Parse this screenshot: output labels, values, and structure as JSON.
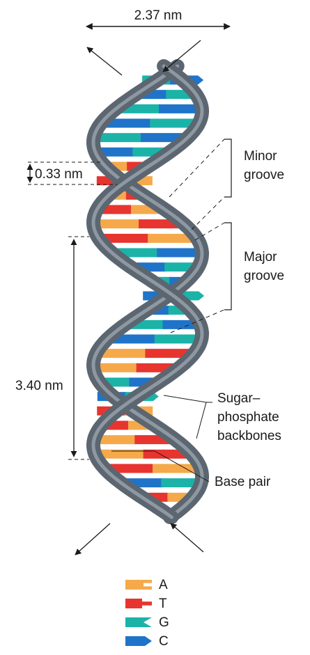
{
  "dimensions": {
    "width": "2.37 nm",
    "base_spacing": "0.33 nm",
    "turn_length": "3.40 nm"
  },
  "labels": {
    "minor_groove": [
      "Minor",
      "groove"
    ],
    "major_groove": [
      "Major",
      "groove"
    ],
    "backbones": [
      "Sugar–",
      "phosphate",
      "backbones"
    ],
    "base_pair": "Base pair"
  },
  "legend": [
    {
      "name": "A",
      "color": "#F5A94A",
      "shape": "notch"
    },
    {
      "name": "T",
      "color": "#E8342F",
      "shape": "tab"
    },
    {
      "name": "G",
      "color": "#1BB3A8",
      "shape": "chevron-in"
    },
    {
      "name": "C",
      "color": "#1F74C9",
      "shape": "arrow"
    }
  ],
  "colors": {
    "backbone": "#5C6670",
    "backbone_highlight": "#8E98A2",
    "line": "#1a1a1a"
  }
}
